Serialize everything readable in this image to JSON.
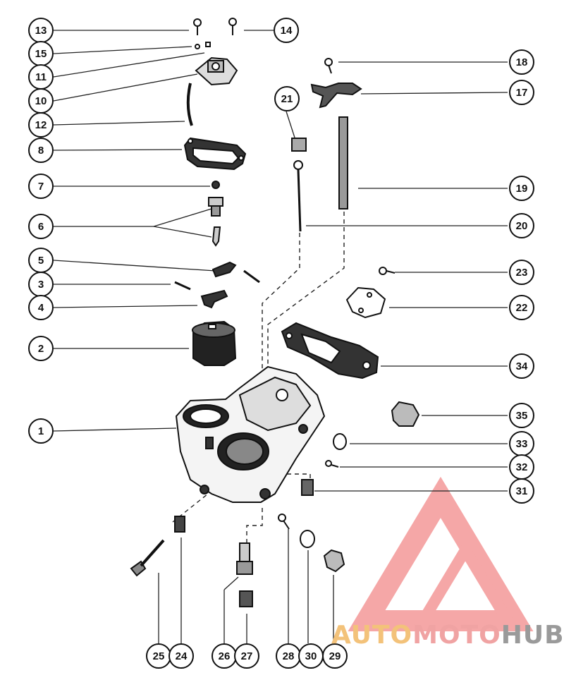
{
  "diagram": {
    "callouts_left": [
      "13",
      "15",
      "11",
      "10",
      "12",
      "8",
      "7",
      "6",
      "5",
      "3",
      "4",
      "2",
      "1"
    ],
    "callouts_right": [
      "14",
      "18",
      "17",
      "21",
      "19",
      "20",
      "23",
      "22",
      "34",
      "35",
      "33",
      "32",
      "31"
    ],
    "callouts_bottom": [
      "25",
      "24",
      "26",
      "27",
      "28",
      "30",
      "29"
    ]
  },
  "watermark": {
    "part1": "AUTO",
    "part2": "MOTO",
    "part3": "HUB",
    "colors": {
      "auto": "#f3c27a",
      "moto": "#f0a3a3",
      "hub": "#9a9a9a",
      "logo": "#f28a8a"
    }
  }
}
